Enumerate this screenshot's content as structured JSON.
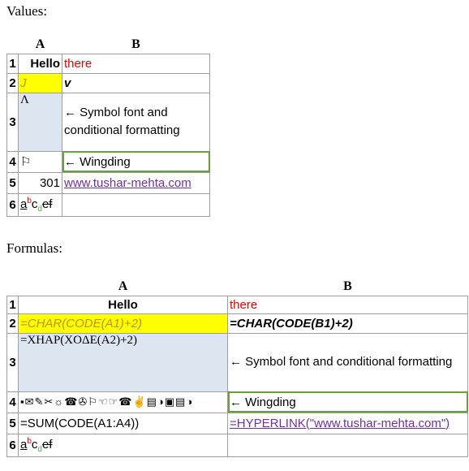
{
  "values_heading": "Values:",
  "formulas_heading": "Formulas:",
  "col_headers": [
    "A",
    "B"
  ],
  "values": {
    "r1": {
      "n": "1",
      "a": "Hello",
      "b": "there"
    },
    "r2": {
      "n": "2",
      "a": "J",
      "b": "v"
    },
    "r3": {
      "n": "3",
      "a": "Λ",
      "b": "← Symbol font and conditional formatting"
    },
    "r4": {
      "n": "4",
      "a": "⚐",
      "b": "← Wingding"
    },
    "r5": {
      "n": "5",
      "a": "301",
      "b": "www.tushar-mehta.com"
    },
    "r6": {
      "n": "6",
      "a1": "a",
      "a2": "b",
      "a3": "c",
      "a4": "d",
      "a5": "ef"
    }
  },
  "formulas": {
    "r1": {
      "n": "1",
      "a": "Hello",
      "b": "there"
    },
    "r2": {
      "n": "2",
      "a": "=CHAR(CODE(A1)+2)",
      "b": "=CHAR(CODE(B1)+2)"
    },
    "r3": {
      "n": "3",
      "a": "=XHAP(XOΔE(A2)+2)",
      "b": "← Symbol font and conditional formatting"
    },
    "r4": {
      "n": "4",
      "a": "▪✉✎✂☼☎✇⚐☜☞☎✌▤◑▣▤◑",
      "b": "← Wingding"
    },
    "r5": {
      "n": "5",
      "a": "=SUM(CODE(A1:A4))",
      "b": "=HYPERLINK(\"www.tushar-mehta.com\")"
    },
    "r6": {
      "n": "6",
      "a1": "a",
      "a2": "b",
      "a3": "c",
      "a4": "d",
      "a5": "ef"
    }
  }
}
